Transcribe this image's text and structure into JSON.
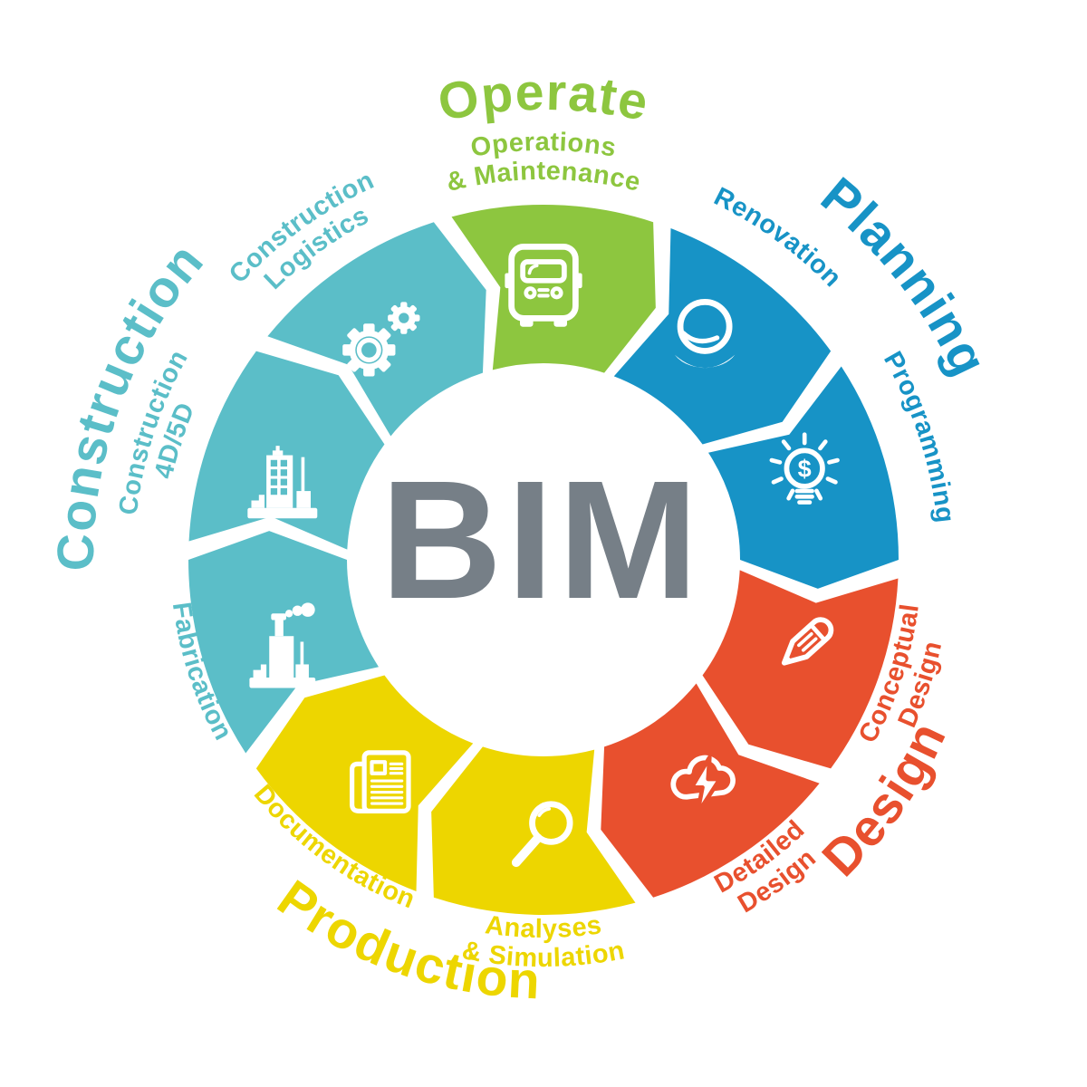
{
  "center": {
    "label": "BIM",
    "color": "#767F87"
  },
  "colors": {
    "green": "#8DC63F",
    "blue": "#1793C6",
    "red": "#E8502E",
    "yellow": "#EDD600",
    "teal": "#5BBEC8",
    "gray": "#767F87"
  },
  "phases": [
    {
      "label": "Operate",
      "color": "green",
      "angle": 0,
      "flipped": false
    },
    {
      "label": "Planning",
      "color": "blue",
      "angle": 52,
      "flipped": false
    },
    {
      "label": "Design",
      "color": "red",
      "angle": 125,
      "flipped": true
    },
    {
      "label": "Production",
      "color": "yellow",
      "angle": 199,
      "flipped": true
    },
    {
      "label": "Construction",
      "color": "teal",
      "angle": 290,
      "flipped": false
    }
  ],
  "segments": [
    {
      "name": "operations-maintenance",
      "lines": [
        "Operations",
        "& Maintenance"
      ],
      "color": "green",
      "angle": 0,
      "flipped": false,
      "icon": "truck"
    },
    {
      "name": "renovation",
      "lines": [
        "Renovation"
      ],
      "color": "blue",
      "angle": 36,
      "flipped": false,
      "icon": "crystal-ball"
    },
    {
      "name": "programming",
      "lines": [
        "Programming"
      ],
      "color": "blue",
      "angle": 72,
      "flipped": false,
      "icon": "bulb-dollar"
    },
    {
      "name": "conceptual-design",
      "lines": [
        "Conceptual",
        "Design"
      ],
      "color": "red",
      "angle": 108,
      "flipped": true,
      "icon": "pencil"
    },
    {
      "name": "detailed-design",
      "lines": [
        "Detailed",
        "Design"
      ],
      "color": "red",
      "angle": 144,
      "flipped": true,
      "icon": "cloud-bolt"
    },
    {
      "name": "analyses-simulation",
      "lines": [
        "Analyses",
        "& Simulation"
      ],
      "color": "yellow",
      "angle": 180,
      "flipped": true,
      "icon": "magnifier"
    },
    {
      "name": "documentation",
      "lines": [
        "Documentation"
      ],
      "color": "yellow",
      "angle": 216,
      "flipped": true,
      "icon": "newspaper"
    },
    {
      "name": "fabrication",
      "lines": [
        "Fabrication"
      ],
      "color": "teal",
      "angle": 252,
      "flipped": true,
      "icon": "factory"
    },
    {
      "name": "construction-4d-5d",
      "lines": [
        "Construction",
        "4D/5D"
      ],
      "color": "teal",
      "angle": 288,
      "flipped": false,
      "icon": "building-crane"
    },
    {
      "name": "construction-logistics",
      "lines": [
        "Construction",
        "Logistics"
      ],
      "color": "teal",
      "angle": 324,
      "flipped": false,
      "icon": "gears"
    }
  ]
}
